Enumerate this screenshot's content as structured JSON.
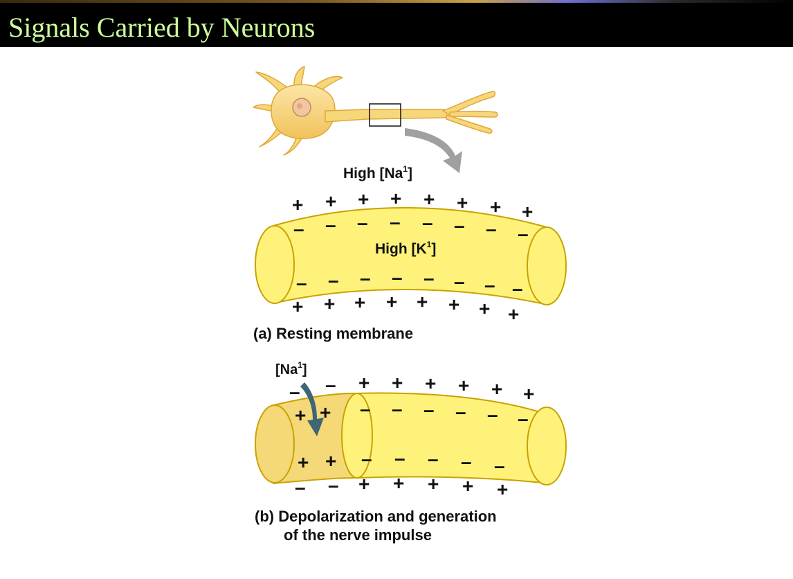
{
  "slide": {
    "title": "Signals Carried by Neurons"
  },
  "panel_a": {
    "outside_label": "High [Na",
    "outside_sup": "1",
    "outside_close": "]",
    "inside_label": "High [K",
    "inside_sup": "1",
    "inside_close": "]",
    "caption": "(a) Resting membrane"
  },
  "panel_b": {
    "ion_label": "[Na",
    "ion_sup": "1",
    "ion_close": "]",
    "caption_line1": "(b) Depolarization and generation",
    "caption_line2": "of the nerve impulse"
  },
  "symbols": {
    "plus": "+",
    "minus": "–"
  },
  "colors": {
    "title_bg": "#000000",
    "title_text": "#ccff99",
    "axon_fill": "#fff27a",
    "axon_stroke": "#c9a200",
    "depolarized_fill": "#f5d877",
    "neuron_fill": "#f6d77a",
    "arrow_gray": "#a0a0a0",
    "arrow_teal": "#3e6674"
  }
}
